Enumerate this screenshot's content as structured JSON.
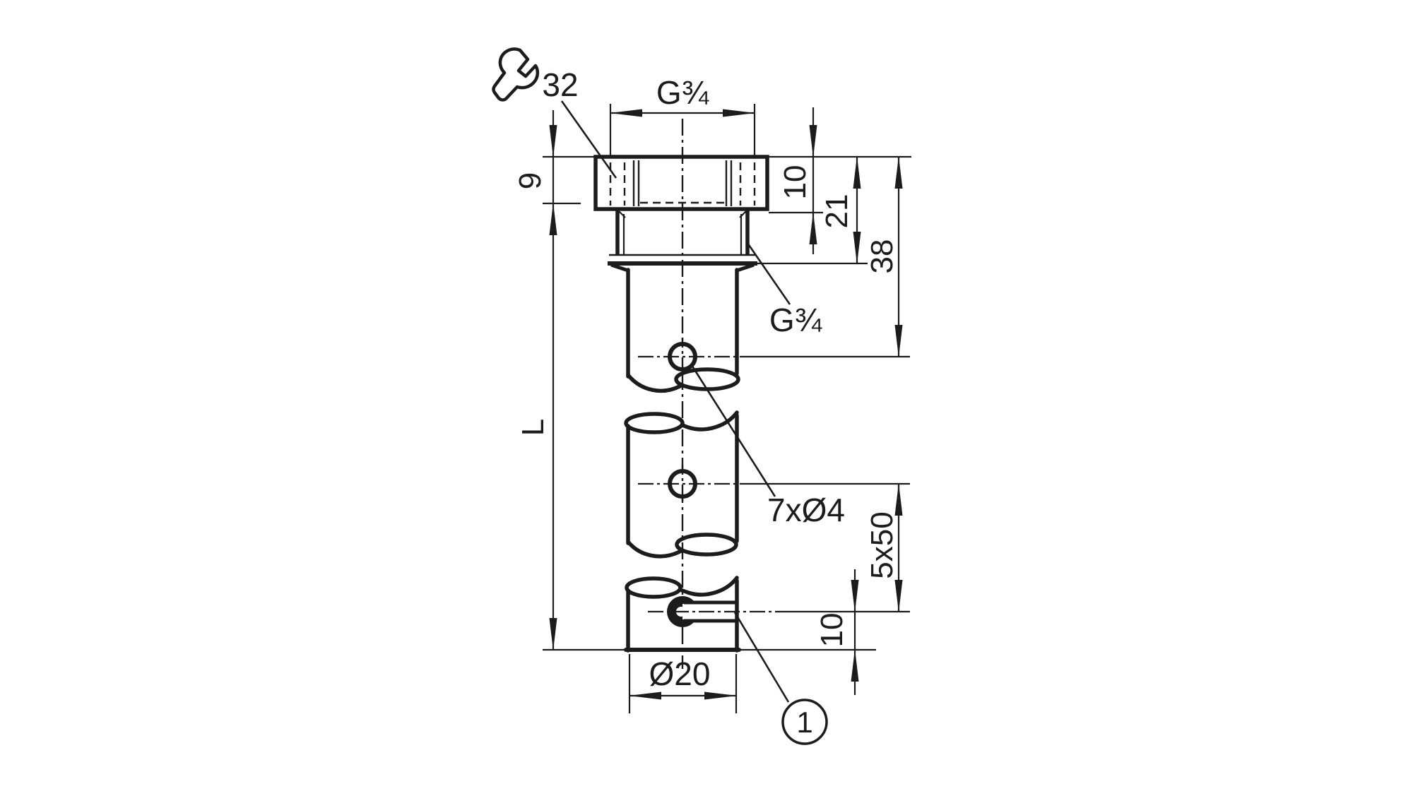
{
  "drawing": {
    "title": "threaded-probe-dimension-drawing",
    "labels": {
      "wrench_size": "32",
      "thread_top": "G¾",
      "head_height": "9",
      "dim_10_top": "10",
      "dim_21": "21",
      "dim_38": "38",
      "thread_side": "G¾",
      "length": "L",
      "holes": "7xØ4",
      "hole_spacing": "5x50",
      "dim_10_bottom": "10",
      "tube_diameter": "Ø20",
      "callout_1": "1"
    },
    "colors": {
      "line": "#1c1c1c",
      "background": "#ffffff"
    }
  }
}
